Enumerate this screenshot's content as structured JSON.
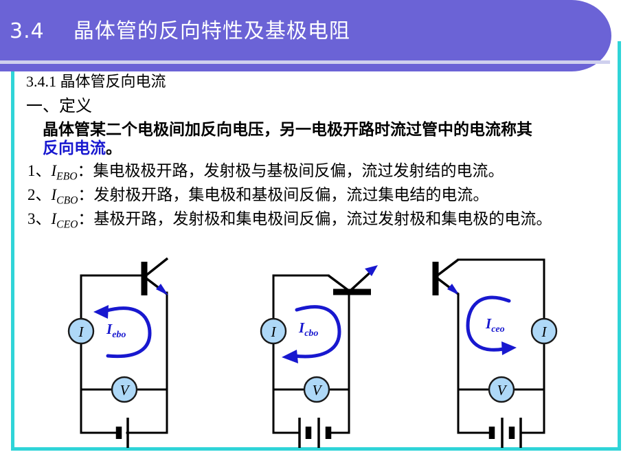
{
  "slide": {
    "header": {
      "number": "3.4",
      "title": "3.4    晶体管的反向特性及基极电阻",
      "band_color": "#6b63d6",
      "underline_color": "#cfd0ee"
    },
    "frame": {
      "accent_color": "#2fd4d8"
    },
    "content": {
      "section_number": "3.4.1  晶体管反向电流",
      "definition_heading": "一、定义",
      "statement_line1": "晶体管某二个电极间加反向电压，另一电极开路时流过管中的电流称其",
      "statement_line2_highlight": "反向电流",
      "statement_line2_tail": "。",
      "highlight_color": "#1818cf",
      "items": [
        {
          "index": "1、",
          "symbol": "I",
          "subscript": "EBO",
          "colon": "：",
          "text": "集电极极开路，发射极与基极间反偏，流过发射结的电流。"
        },
        {
          "index": "2、",
          "symbol": "I",
          "subscript": "CBO",
          "colon": "：",
          "text": "发射极开路，集电极和基极间反偏，流过集电结的电流。"
        },
        {
          "index": "3、",
          "symbol": "I",
          "subscript": "CEO",
          "colon": "：",
          "text": "基极开路，发射极和集电极间反偏，流过发射极和集电极的电流。"
        }
      ]
    },
    "circuits": [
      {
        "name": "iebo-circuit",
        "current_label_main": "I",
        "current_label_sub": "ebo",
        "ammeter_label": "I",
        "voltmeter_label": "V",
        "battery_cells": 1,
        "transistor_orientation": "base-left-vertical"
      },
      {
        "name": "icbo-circuit",
        "current_label_main": "I",
        "current_label_sub": "cbo",
        "ammeter_label": "I",
        "voltmeter_label": "V",
        "battery_cells": 2,
        "transistor_orientation": "base-horizontal"
      },
      {
        "name": "iceo-circuit",
        "current_label_main": "I",
        "current_label_sub": "ceo",
        "ammeter_label": "I",
        "voltmeter_label": "V",
        "battery_cells": 2,
        "transistor_orientation": "base-left-vertical"
      }
    ]
  }
}
